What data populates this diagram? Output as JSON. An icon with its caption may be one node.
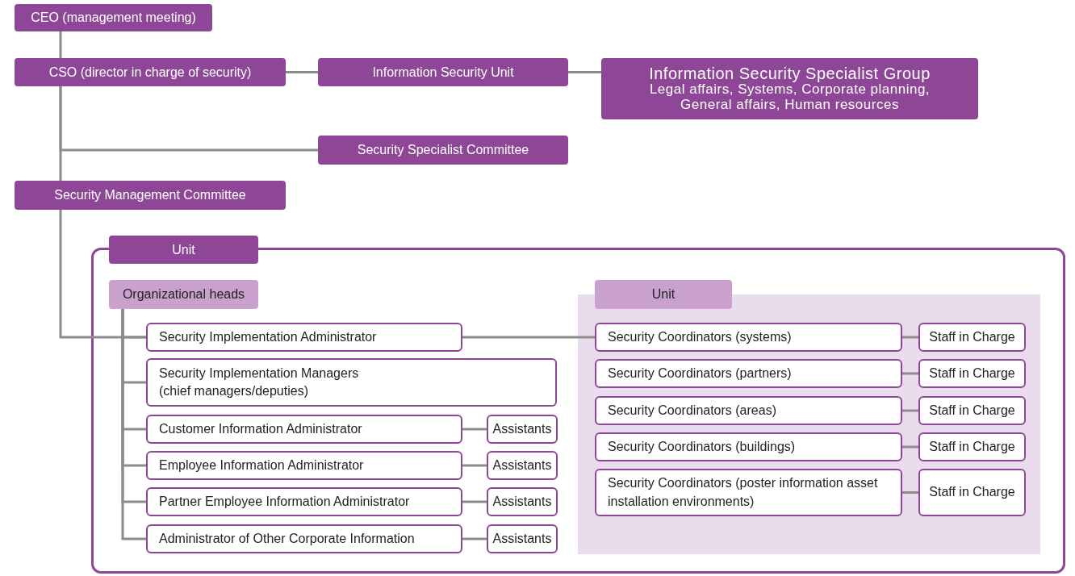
{
  "diagram": {
    "nodes": [
      {
        "text": [
          "CEO (management meeting)"
        ]
      },
      {
        "text": [
          "CSO (director in charge of security)"
        ]
      },
      {
        "text": [
          "Information Security Unit"
        ]
      },
      {
        "text": [
          "Information Security Specialist Group",
          "Legal affairs, Systems, Corporate planning, General affairs, Human resources"
        ]
      },
      {
        "text": [
          "Security Specialist Committee"
        ]
      },
      {
        "text": [
          "Security Management Committee"
        ]
      },
      {
        "text": [
          "Unit"
        ]
      },
      {
        "text": [
          "Organizational heads"
        ],
        "in": 6
      },
      {
        "text": [
          "Unit"
        ],
        "in": 6
      },
      {
        "text": [],
        "shape": "box",
        "in": 6
      },
      {
        "text": [
          "Security Implementation Administrator"
        ],
        "in": 6
      },
      {
        "text": [
          "Security Implementation Managers (chief managers/deputies)"
        ],
        "in": 6
      },
      {
        "text": [
          "Customer Information Administrator"
        ],
        "in": 6
      },
      {
        "text": [
          "Assistants"
        ],
        "in": 6
      },
      {
        "text": [
          "Employee Information Administrator"
        ],
        "in": 6
      },
      {
        "text": [
          "Assistants"
        ],
        "in": 6
      },
      {
        "text": [
          "Partner Employee Information Administrator"
        ],
        "in": 6
      },
      {
        "text": [
          "Assistants"
        ],
        "in": 6
      },
      {
        "text": [
          "Administrator of Other Corporate Information"
        ],
        "in": 6
      },
      {
        "text": [
          "Assistants"
        ],
        "in": 6
      },
      {
        "text": [
          "Security Coordinators (systems)"
        ],
        "in": 9
      },
      {
        "text": [
          "Staff in Charge"
        ],
        "in": 9
      },
      {
        "text": [
          "Security Coordinators (partners)"
        ],
        "in": 9
      },
      {
        "text": [
          "Staff in Charge"
        ],
        "in": 9
      },
      {
        "text": [
          "Security Coordinators (areas)"
        ],
        "in": 9
      },
      {
        "text": [
          "Staff in Charge"
        ],
        "in": 9
      },
      {
        "text": [
          "Security Coordinators (buildings)"
        ],
        "in": 9
      },
      {
        "text": [
          "Staff in Charge"
        ],
        "in": 9
      },
      {
        "text": [
          "Security Coordinators (poster information asset installation environments)"
        ],
        "in": 9
      },
      {
        "text": [
          "Staff in Charge"
        ],
        "in": 9
      }
    ],
    "edges": [
      {
        "from": 0,
        "to": 1,
        "arrow": "none"
      },
      {
        "from": 1,
        "to": 2,
        "arrow": "none"
      },
      {
        "from": 2,
        "to": 3,
        "arrow": "none"
      },
      {
        "from": 1,
        "to": 4,
        "arrow": "none"
      },
      {
        "from": 1,
        "to": 5,
        "arrow": "none"
      },
      {
        "from": 5,
        "to": 10,
        "arrow": "none"
      },
      {
        "from": 10,
        "to": 20,
        "arrow": "none"
      },
      {
        "from": 7,
        "to": 10,
        "arrow": "none"
      },
      {
        "from": 7,
        "to": 11,
        "arrow": "none"
      },
      {
        "from": 7,
        "to": 12,
        "arrow": "none"
      },
      {
        "from": 7,
        "to": 14,
        "arrow": "none"
      },
      {
        "from": 7,
        "to": 16,
        "arrow": "none"
      },
      {
        "from": 7,
        "to": 18,
        "arrow": "none"
      },
      {
        "from": 12,
        "to": 13,
        "arrow": "none"
      },
      {
        "from": 14,
        "to": 15,
        "arrow": "none"
      },
      {
        "from": 16,
        "to": 17,
        "arrow": "none"
      },
      {
        "from": 18,
        "to": 19,
        "arrow": "none"
      },
      {
        "from": 20,
        "to": 21,
        "arrow": "none"
      },
      {
        "from": 22,
        "to": 23,
        "arrow": "none"
      },
      {
        "from": 24,
        "to": 25,
        "arrow": "none"
      },
      {
        "from": 26,
        "to": 27,
        "arrow": "none"
      },
      {
        "from": 28,
        "to": 29,
        "arrow": "none"
      }
    ]
  }
}
